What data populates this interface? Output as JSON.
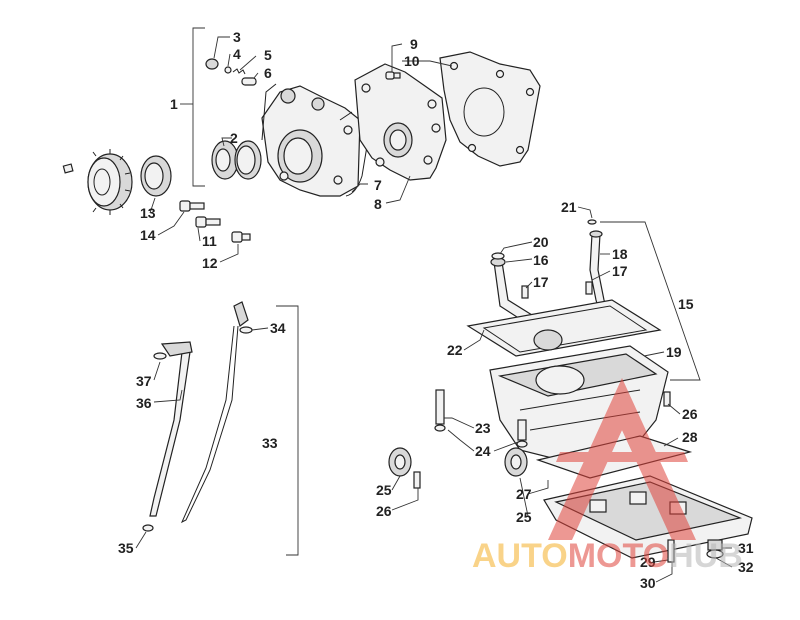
{
  "labels": {
    "p1": "1",
    "p2": "2",
    "p3": "3",
    "p4": "4",
    "p5": "5",
    "p6": "6",
    "p7": "7",
    "p8": "8",
    "p9": "9",
    "p10": "10",
    "p11": "11",
    "p12": "12",
    "p13": "13",
    "p14": "14",
    "p15": "15",
    "p16": "16",
    "p17a": "17",
    "p17b": "17",
    "p18": "18",
    "p19": "19",
    "p20": "20",
    "p21": "21",
    "p22": "22",
    "p23": "23",
    "p24": "24",
    "p25a": "25",
    "p25b": "25",
    "p26a": "26",
    "p26b": "26",
    "p27": "27",
    "p28": "28",
    "p29": "29",
    "p30": "30",
    "p31": "31",
    "p32": "32",
    "p33": "33",
    "p34": "34",
    "p35": "35",
    "p36": "36",
    "p37": "37"
  },
  "watermark": {
    "part1": "AUTO",
    "part2": "MOTO",
    "part3": "HUB",
    "colors": {
      "orange": "#f5b02a",
      "red": "#e0443c",
      "gray": "#b5b5b5"
    }
  }
}
